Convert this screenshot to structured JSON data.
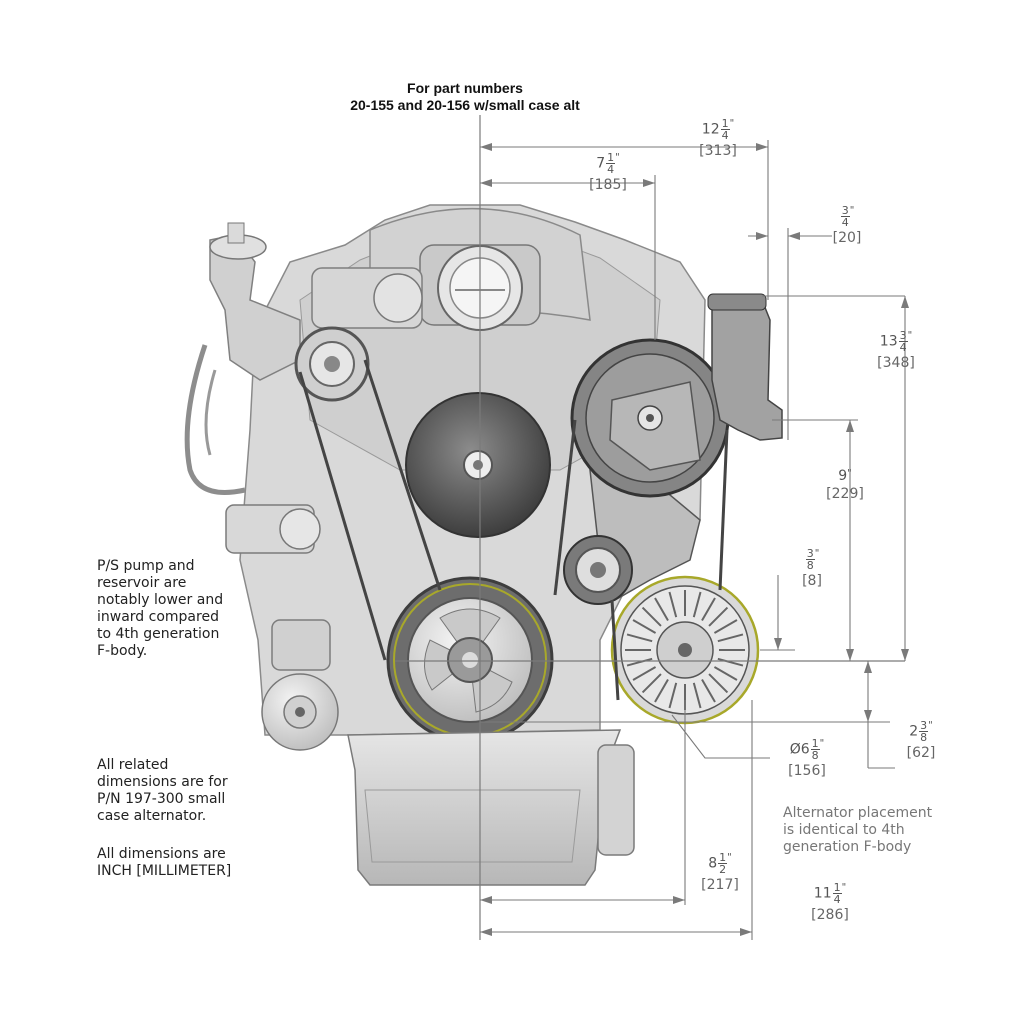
{
  "title": {
    "line1": "For part numbers",
    "line2": "20-155 and 20-156 w/small case alt"
  },
  "notes": {
    "pump": "P/S pump and\nreservoir are\nnotably lower and\ninward compared\nto 4th generation\nF-body.",
    "related": "All related\ndimensions are for\nP/N 197-300 small\ncase alternator.",
    "units": "All dimensions are\nINCH [MILLIMETER]",
    "alternator": "Alternator placement\nis identical to 4th\ngeneration F-body"
  },
  "dimensions": {
    "d12": {
      "whole": "12",
      "num": "1",
      "den": "4",
      "mark": "\"",
      "mm": "[313]"
    },
    "d7": {
      "whole": "7",
      "num": "1",
      "den": "4",
      "mark": "\"",
      "mm": "[185]"
    },
    "d34": {
      "whole": "",
      "num": "3",
      "den": "4",
      "mark": "\"",
      "mm": "[20]"
    },
    "d13": {
      "whole": "13",
      "num": "3",
      "den": "4",
      "mark": "\"",
      "mm": "[348]"
    },
    "d9": {
      "whole": "9",
      "num": "",
      "den": "",
      "mark": "\"",
      "mm": "[229]"
    },
    "d38": {
      "whole": "",
      "num": "3",
      "den": "8",
      "mark": "\"",
      "mm": "[8]"
    },
    "d2": {
      "whole": "2",
      "num": "3",
      "den": "8",
      "mark": "\"",
      "mm": "[62]"
    },
    "d6": {
      "whole": "Ø6",
      "num": "1",
      "den": "8",
      "mark": "\"",
      "mm": "[156]"
    },
    "d8": {
      "whole": "8",
      "num": "1",
      "den": "2",
      "mark": "\"",
      "mm": "[217]"
    },
    "d11": {
      "whole": "11",
      "num": "1",
      "den": "4",
      "mark": "\"",
      "mm": "[286]"
    }
  },
  "colors": {
    "line": "#7a7a7a",
    "engine_dark": "#555555",
    "engine_mid": "#b9b9b9",
    "engine_light": "#e4e4e4",
    "highlight": "#a8a82a"
  }
}
